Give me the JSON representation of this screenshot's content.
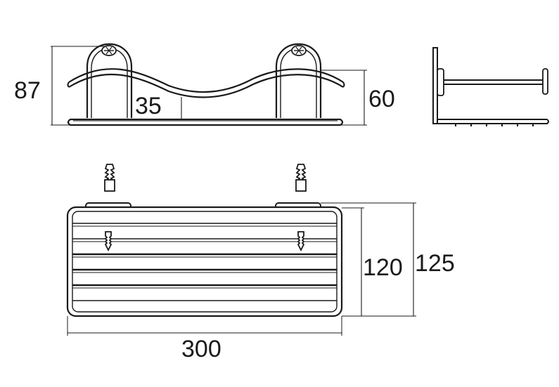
{
  "dimensions": {
    "height_total": "87",
    "height_wall": "60",
    "height_dip": "35",
    "width": "300",
    "depth_inner": "120",
    "depth_outer": "125"
  }
}
